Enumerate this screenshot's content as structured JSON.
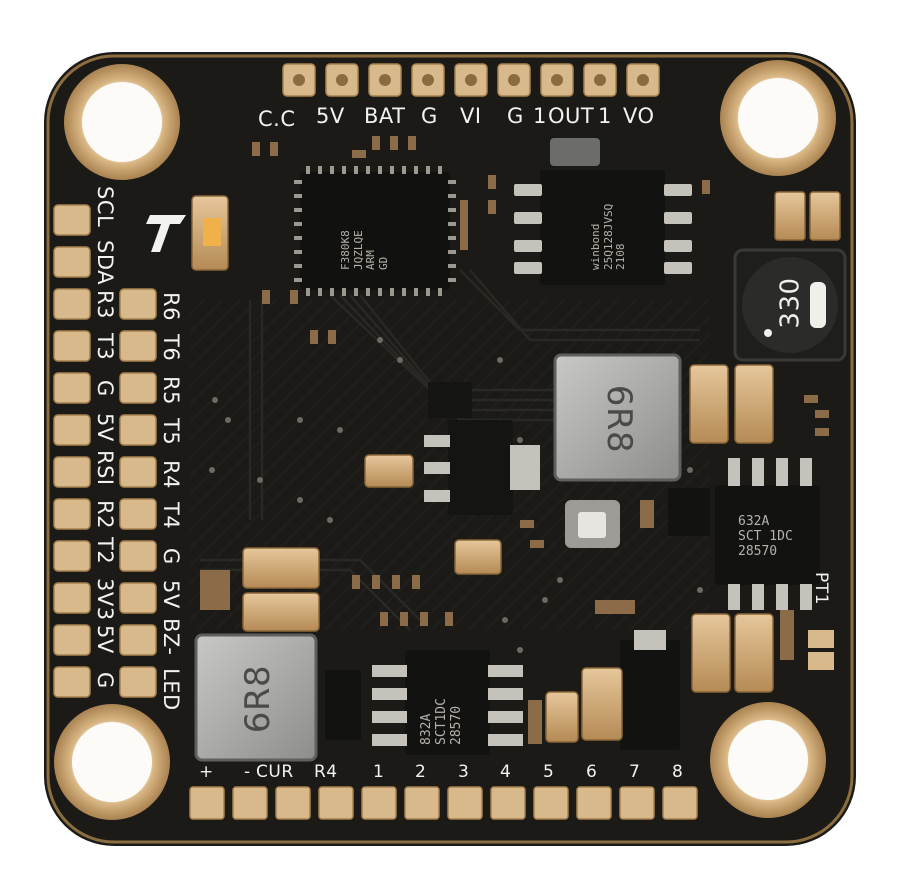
{
  "top_labels": [
    "C.C",
    "5V",
    "BAT",
    "G",
    "VI",
    "G",
    "1",
    "OUT",
    "1",
    "VO"
  ],
  "left_outer_labels": [
    "SCL",
    "SDA",
    "R3",
    "T3",
    "G",
    "5V",
    "RSI",
    "R2",
    "T2",
    "3V3",
    "5V",
    "G"
  ],
  "left_inner_labels": [
    "R6",
    "T6",
    "R5",
    "T5",
    "R4",
    "T4",
    "G",
    "5V",
    "BZ-",
    "LED"
  ],
  "bottom_labels": [
    "+",
    "-",
    "CUR",
    "R4",
    "1",
    "2",
    "3",
    "4",
    "5",
    "6",
    "7",
    "8"
  ],
  "right_label": "PT1",
  "inductor_big": "330",
  "inductor_1": "6R8",
  "inductor_2": "6R8",
  "mcu_text": [
    "F380K8",
    "JQZLQE",
    "ARM",
    "GD"
  ],
  "flash_text": [
    "winbond",
    "25Q128JVSQ",
    "2108"
  ],
  "regulator_1": [
    "632A",
    "SCT 1DC",
    "28570"
  ],
  "regulator_2": [
    "832A",
    "SCT1DC",
    "28570"
  ],
  "colors": {
    "board": "#1b1a17",
    "pad": "#d8b98c",
    "silkscreen": "#f2f2ee",
    "copper_ring": "#c9a674"
  }
}
